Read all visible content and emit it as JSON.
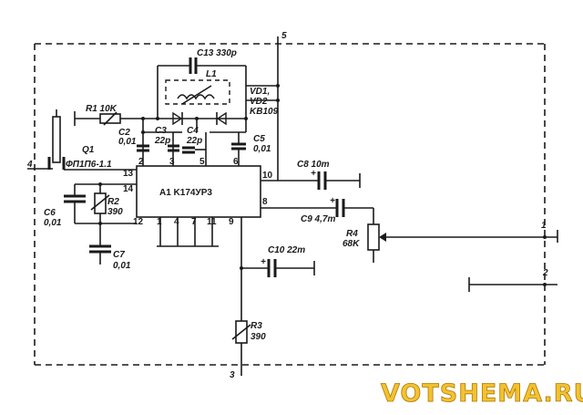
{
  "terminals": {
    "t1": "1",
    "t2": "2",
    "t3": "3",
    "t4": "4",
    "t5": "5"
  },
  "ic": {
    "name": "A1  K174УР3",
    "pins": {
      "p1": "1",
      "p2": "2",
      "p3": "3",
      "p4": "4",
      "p5": "5",
      "p6": "6",
      "p7": "7",
      "p8": "8",
      "p9": "9",
      "p10": "10",
      "p11": "11",
      "p12": "12",
      "p13": "13",
      "p14": "14"
    }
  },
  "components": {
    "c13_label": "C13  330p",
    "l1_label": "L1",
    "vd_label_1": "VD1,",
    "vd_label_2": "VD2",
    "vd_type": "KB109",
    "r1_label": "R1  10K",
    "c2_label": "C2",
    "c2_value": "0,01",
    "c3_label": "C3",
    "c3_value": "22p",
    "c4_label": "C4",
    "c4_value": "22p",
    "c5_label": "C5",
    "c5_value": "0,01",
    "q1_label": "Q1",
    "q1_type": "ФП1П6-1.1",
    "c8_label": "C8  10m",
    "c9_label": "C9  4,7m",
    "r2_label": "R2",
    "r2_value": "390",
    "c6_label": "C6",
    "c6_value": "0,01",
    "c7_label": "C7",
    "c7_value": "0,01",
    "r4_label": "R4",
    "r4_value": "68K",
    "c10_label": "C10  22m",
    "r3_label": "R3",
    "r3_value": "390",
    "plus": "+"
  },
  "watermark": "VOTSHEMA.RU"
}
